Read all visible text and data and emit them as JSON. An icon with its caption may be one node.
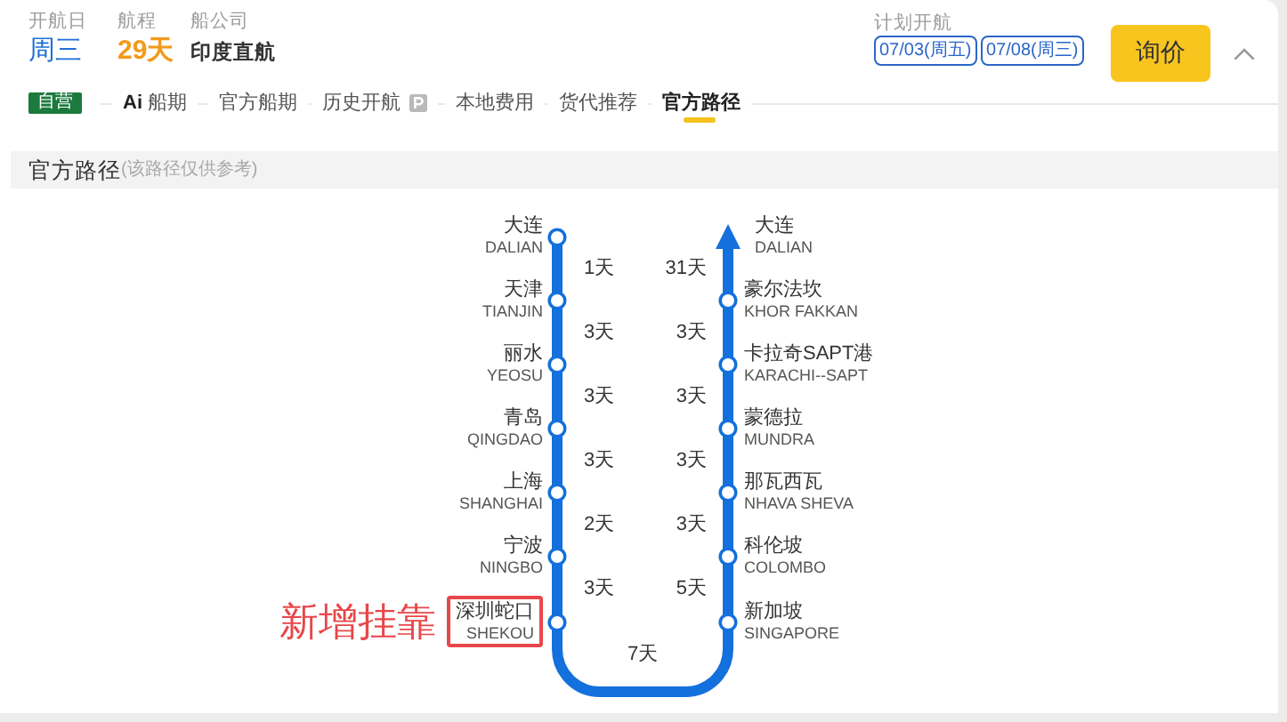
{
  "diagram": {
    "title": "官方路径",
    "nodes": [
      {
        "text": [
          "大连",
          "DALIAN"
        ]
      },
      {
        "text": [
          "天津",
          "TIANJIN"
        ]
      },
      {
        "text": [
          "丽水",
          "YEOSU"
        ]
      },
      {
        "text": [
          "青岛",
          "QINGDAO"
        ]
      },
      {
        "text": [
          "上海",
          "SHANGHAI"
        ]
      },
      {
        "text": [
          "宁波",
          "NINGBO"
        ]
      },
      {
        "text": [
          "深圳蛇口",
          "SHEKOU"
        ],
        "beside": [
          "新增挂靠"
        ]
      },
      {
        "text": [
          "大连",
          "DALIAN"
        ]
      },
      {
        "text": [
          "豪尔法坎",
          "KHOR FAKKAN"
        ]
      },
      {
        "text": [
          "卡拉奇SAPT港",
          "KARACHI--SAPT"
        ]
      },
      {
        "text": [
          "蒙德拉",
          "MUNDRA"
        ]
      },
      {
        "text": [
          "那瓦西瓦",
          "NHAVA SHEVA"
        ]
      },
      {
        "text": [
          "科伦坡",
          "COLOMBO"
        ]
      },
      {
        "text": [
          "新加坡",
          "SINGAPORE"
        ]
      }
    ],
    "edges": [
      {
        "from": 0,
        "to": 1,
        "arrow": "none",
        "label": "1天"
      },
      {
        "from": 1,
        "to": 2,
        "arrow": "none",
        "label": "3天"
      },
      {
        "from": 2,
        "to": 3,
        "arrow": "none",
        "label": "3天"
      },
      {
        "from": 3,
        "to": 4,
        "arrow": "none",
        "label": "3天"
      },
      {
        "from": 4,
        "to": 5,
        "arrow": "none",
        "label": "2天"
      },
      {
        "from": 5,
        "to": 6,
        "arrow": "none",
        "label": "3天"
      },
      {
        "from": 6,
        "to": 13,
        "arrow": "none",
        "label": "7天"
      },
      {
        "from": 13,
        "to": 12,
        "arrow": "none",
        "label": "5天"
      },
      {
        "from": 12,
        "to": 11,
        "arrow": "none",
        "label": "3天"
      },
      {
        "from": 11,
        "to": 10,
        "arrow": "none",
        "label": "3天"
      },
      {
        "from": 10,
        "to": 9,
        "arrow": "none",
        "label": "3天"
      },
      {
        "from": 9,
        "to": 8,
        "arrow": "none",
        "label": "3天"
      },
      {
        "from": 8,
        "to": 7,
        "arrow": "to",
        "label": "31天"
      }
    ],
    "labels": [
      "开航日",
      "周三",
      "航程",
      "29天",
      "船公司",
      "印度直航",
      "计划开航",
      "07/03(周五)",
      "07/08(周三)",
      "询价",
      "自营",
      "**Ai** 船期",
      "官方船期",
      "历史开航",
      "本地费用",
      "货代推荐",
      "官方路径",
      "(该路径仅供参考)"
    ]
  }
}
